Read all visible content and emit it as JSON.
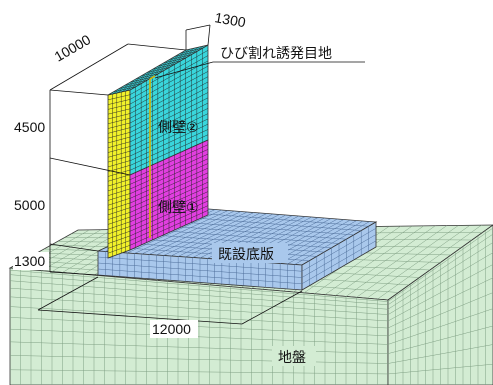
{
  "dimensions": {
    "wall_thickness": "1300",
    "wall_length": "10000",
    "wall_upper_height": "4500",
    "wall_lower_height": "5000",
    "slab_thickness": "1300",
    "slab_length": "12000"
  },
  "labels": {
    "crack_joint": "ひび割れ誘発目地",
    "side_wall_2": "側壁②",
    "side_wall_1": "側壁①",
    "existing_slab": "既設底版",
    "ground": "地盤"
  },
  "colors": {
    "ground": "#d3ecd3",
    "ground_grid": "#7f9f83",
    "slab": "#a9c8ec",
    "slab_grid": "#4f6f9b",
    "wall_upper": "#39d6dc",
    "wall_lower": "#e23ee0",
    "wall_side": "#f1f12a",
    "mesh_line": "#222222",
    "joint": "#d8b400"
  }
}
